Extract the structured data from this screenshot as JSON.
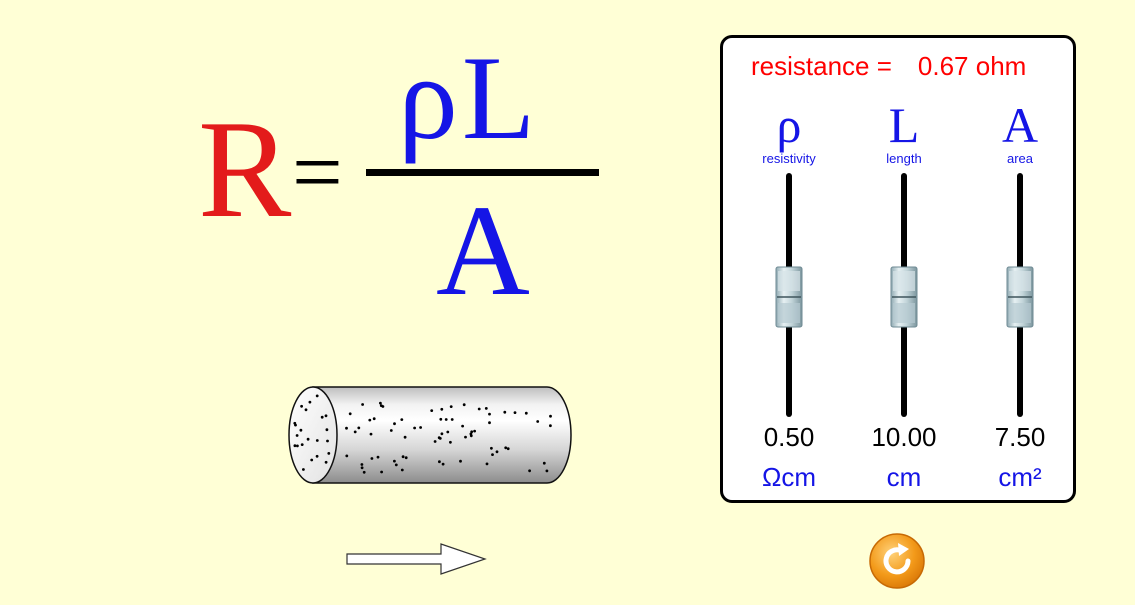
{
  "formula": {
    "lhs": "R",
    "equals": "=",
    "numerator": "ρL",
    "denominator": "A"
  },
  "panel": {
    "resistance_label": "resistance =",
    "resistance_value": "0.67 ohm",
    "sliders": [
      {
        "symbol": "ρ",
        "name": "resistivity",
        "value": "0.50",
        "unit": "Ωcm",
        "level": 0.5
      },
      {
        "symbol": "L",
        "name": "length",
        "value": "10.00",
        "unit": "cm",
        "level": 0.5
      },
      {
        "symbol": "A",
        "name": "area",
        "value": "7.50",
        "unit": "cm²",
        "level": 0.5
      }
    ]
  },
  "colors": {
    "background": "#FFFFD6",
    "accent_red": "#FF0000",
    "accent_blue": "#1515E6",
    "reset_orange": "#F39A1A"
  },
  "icons": {
    "reset": "reset-icon",
    "arrow": "arrow-right-icon"
  }
}
